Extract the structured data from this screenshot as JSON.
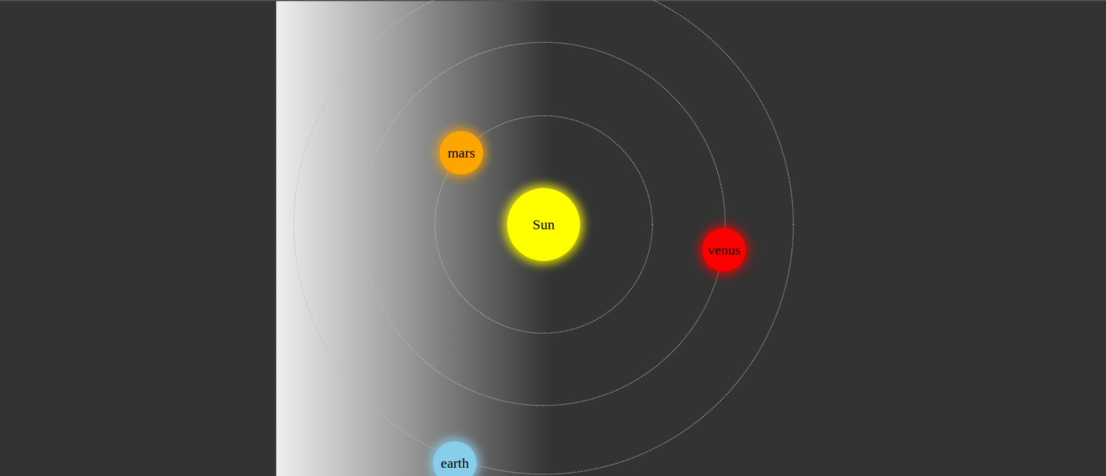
{
  "diagram": {
    "nodes": [
      {
        "text": [
          "mars"
        ]
      },
      {
        "text": [
          "Sun"
        ]
      },
      {
        "text": [
          "venus"
        ]
      },
      {
        "text": [
          "earth"
        ]
      }
    ]
  }
}
